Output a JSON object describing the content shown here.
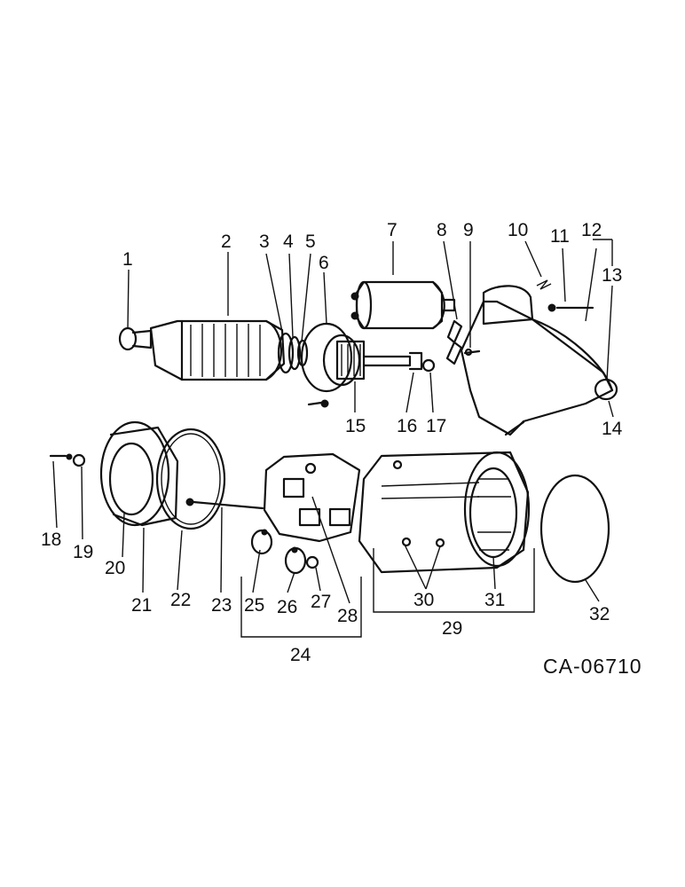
{
  "figure_id": "CA-06710",
  "callouts": {
    "c1": "1",
    "c2": "2",
    "c3": "3",
    "c4": "4",
    "c5": "5",
    "c6": "6",
    "c7": "7",
    "c8": "8",
    "c9": "9",
    "c10": "10",
    "c11": "11",
    "c12": "12",
    "c13": "13",
    "c14": "14",
    "c15": "15",
    "c16": "16",
    "c17": "17",
    "c18": "18",
    "c19": "19",
    "c20": "20",
    "c21": "21",
    "c22": "22",
    "c23": "23",
    "c24": "24",
    "c25": "25",
    "c26": "26",
    "c27": "27",
    "c28": "28",
    "c29": "29",
    "c30": "30",
    "c31": "31",
    "c32": "32"
  }
}
